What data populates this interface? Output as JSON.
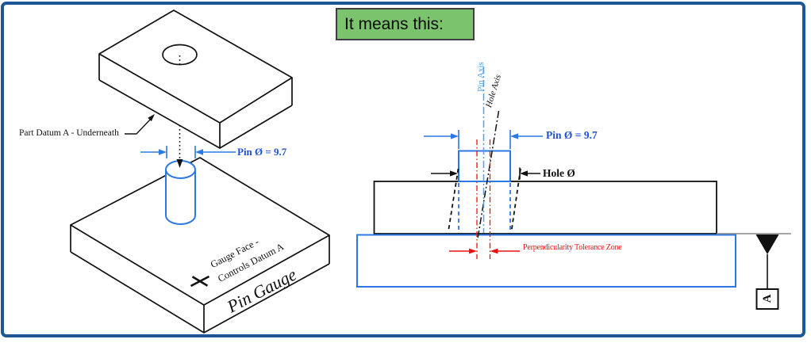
{
  "callout": {
    "label": "It means this:",
    "bg": "#7cc36d",
    "border": "#3f3f3f"
  },
  "left_diagram": {
    "part_datum_label": "Part Datum A - Underneath",
    "pin_dia_label": "Pin Ø = 9.7",
    "gauge_face_line1": "Gauge Face -",
    "gauge_face_line2": "Controls Datum A",
    "pin_gauge_label": "Pin Gauge"
  },
  "right_diagram": {
    "pin_axis_label": "Pin Axis",
    "hole_axis_label": "Hole Axis",
    "pin_dia_label": "Pin Ø = 9.7",
    "hole_dia_label": "Hole Ø",
    "tolerance_label": "Perpendicularity Tolerance Zone",
    "datum_letter": "A"
  },
  "colors": {
    "frame_blue": "#1d5795",
    "drawing_black": "#111111",
    "dimension_blue": "#2050d8",
    "line_blue": "#2b78e4",
    "pin_axis_blue": "#4da3ea",
    "tolerance_red": "#ea1010",
    "callout_green": "#7cc36d",
    "datum_line_gray": "#888888"
  }
}
